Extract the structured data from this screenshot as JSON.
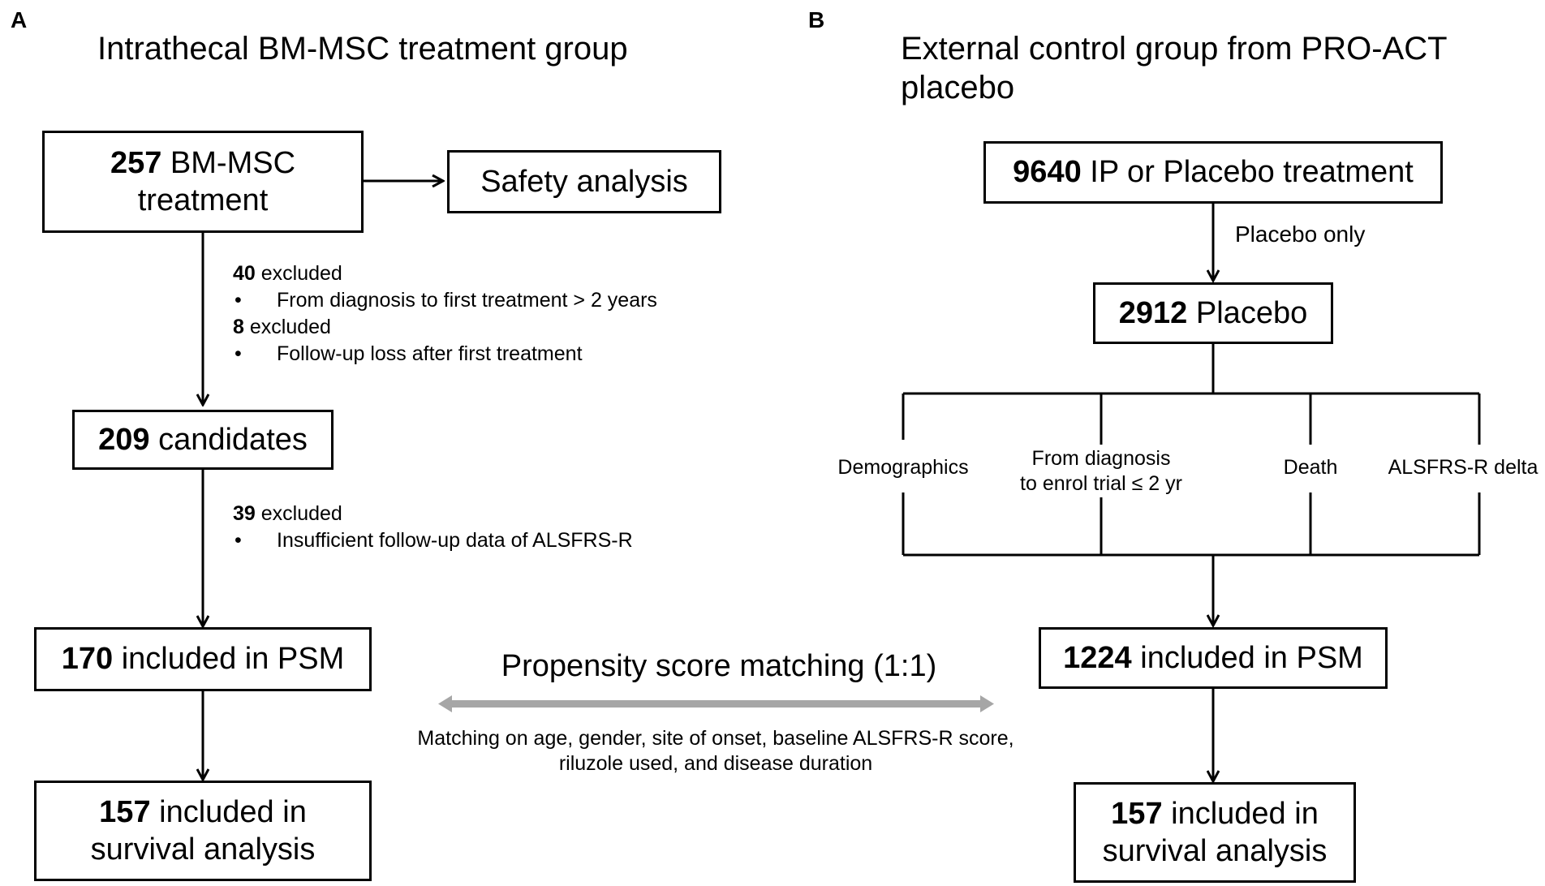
{
  "panels": {
    "a": {
      "letter": "A",
      "title": "Intrathecal BM-MSC treatment group",
      "start": {
        "count": "257",
        "label_line1": "BM-MSC",
        "label_line2": "treatment"
      },
      "safety": "Safety analysis",
      "exclusion1": {
        "count1": "40",
        "text1": "excluded",
        "reason1": "From diagnosis to first treatment > 2 years",
        "count2": "8",
        "text2": "excluded",
        "reason2": "Follow-up loss after first treatment"
      },
      "candidates": {
        "count": "209",
        "label": "candidates"
      },
      "exclusion2": {
        "count": "39",
        "text": "excluded",
        "reason": "Insufficient follow-up data of ALSFRS-R"
      },
      "psm": {
        "count": "170",
        "label": "included in PSM"
      },
      "survival": {
        "count": "157",
        "label_line1": "included in",
        "label_line2": "survival analysis"
      }
    },
    "b": {
      "letter": "B",
      "title_line1": "External control group from PRO-ACT",
      "title_line2": "placebo",
      "start": {
        "count": "9640",
        "label": "IP or Placebo treatment"
      },
      "filter_label": "Placebo only",
      "placebo": {
        "count": "2912",
        "label": "Placebo"
      },
      "criteria": {
        "c1": "Demographics",
        "c2_line1": "From diagnosis",
        "c2_line2": "to enrol trial ≤ 2 yr",
        "c3": "Death",
        "c4": "ALSFRS-R delta"
      },
      "psm": {
        "count": "1224",
        "label": "included in PSM"
      },
      "survival": {
        "count": "157",
        "label_line1": "included in",
        "label_line2": "survival analysis"
      }
    }
  },
  "matching": {
    "title": "Propensity score matching (1:1)",
    "detail_line1": "Matching on age, gender, site of onset, baseline ALSFRS-R score,",
    "detail_line2": "riluzole used, and disease duration"
  },
  "colors": {
    "line": "#000000",
    "matching_arrow": "#a6a6a6"
  }
}
